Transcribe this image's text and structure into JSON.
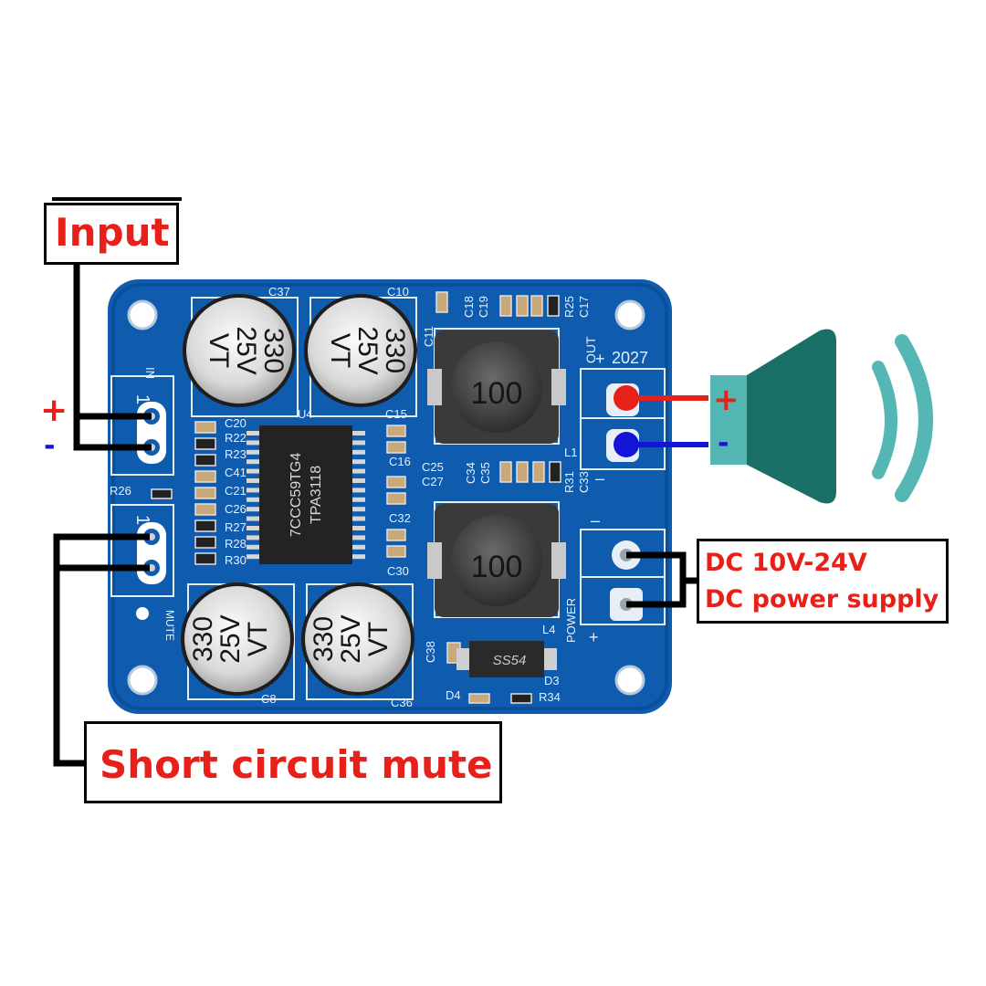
{
  "callouts": {
    "input": "Input",
    "mute": "Short circuit mute",
    "power_line1": "DC 10V-24V",
    "power_line2": "DC power supply"
  },
  "polarity": {
    "input_plus": "+",
    "input_minus": "-",
    "speaker_plus": "+",
    "speaker_minus": "-"
  },
  "board": {
    "capacitor_value": "330",
    "capacitor_voltage": "25V",
    "capacitor_brand": "VT",
    "inductor_value": "100",
    "chip_line1": "7CCC59TG4",
    "chip_line2": "TPA3118",
    "diode_label": "SS54",
    "silk_in": "IN",
    "silk_mute": "MUTE",
    "silk_out": "OUT",
    "silk_power": "POWER",
    "silk_plus": "+",
    "silk_minus": "–",
    "silk_year": "2027",
    "header_pin1": "1",
    "labels": {
      "c37": "C37",
      "c10": "C10",
      "c18": "C18",
      "c19": "C19",
      "r25": "R25",
      "c17": "C17",
      "c11": "C11",
      "c20": "C20",
      "u4": "U4",
      "c15": "C15",
      "c16": "C16",
      "c25": "C25",
      "c27": "C27",
      "c34": "C34",
      "c35": "C35",
      "r31": "R31",
      "c33": "C33",
      "l1": "L1",
      "l4": "L4",
      "r26": "R26",
      "c32": "C32",
      "c30": "C30",
      "r22a": "R22",
      "r22b": "R23",
      "c41": "C41",
      "c21": "C21",
      "c26": "C26",
      "r27": "R27",
      "r28": "R28",
      "r30": "R30",
      "c8": "C8",
      "c36": "C36",
      "c38": "C38",
      "d3": "D3",
      "d4": "D4",
      "r34": "R34"
    }
  },
  "colors": {
    "pcb": "#0f5cae",
    "pcb_dark": "#0a4f9c",
    "silkscreen": "#e8eef6",
    "callout_text": "#e8201a",
    "positive": "#e8201a",
    "negative": "#1414d8",
    "speaker": "#1a6f66",
    "speaker_light": "#55b7b4"
  },
  "icons": {
    "speaker": "speaker-icon",
    "sound_waves": "sound-waves-icon"
  }
}
